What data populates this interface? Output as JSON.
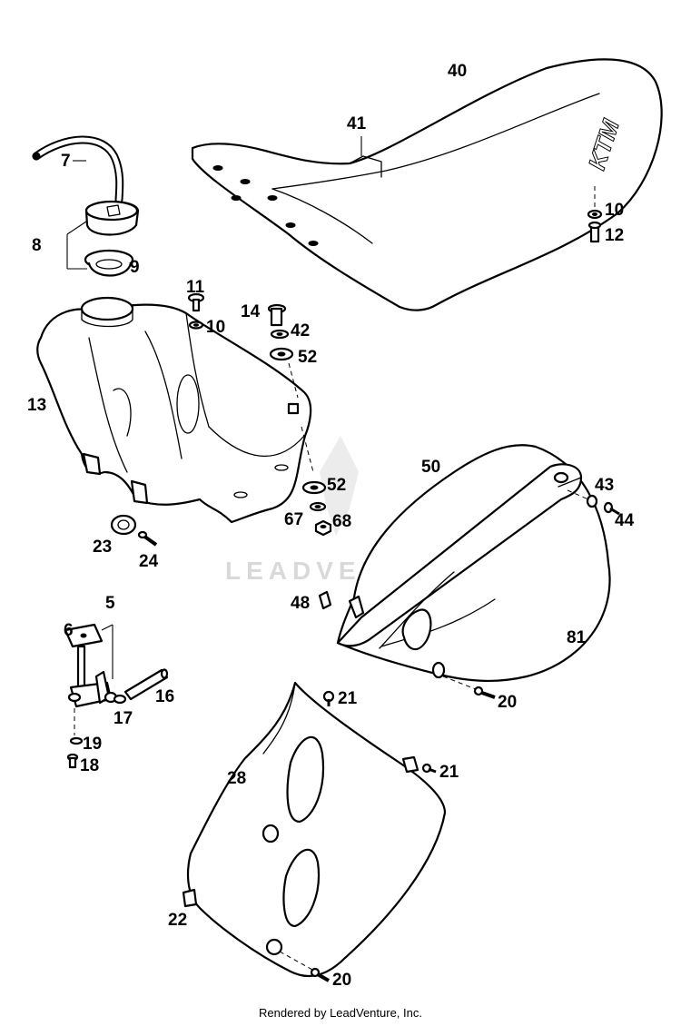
{
  "diagram": {
    "watermark": "LEADVENTURE",
    "seal_text": "KTM",
    "footer": "Rendered by LeadVenture, Inc.",
    "callouts": [
      {
        "id": "c40",
        "label": "40"
      },
      {
        "id": "c41",
        "label": "41"
      },
      {
        "id": "c10a",
        "label": "10"
      },
      {
        "id": "c12",
        "label": "12"
      },
      {
        "id": "c7",
        "label": "7"
      },
      {
        "id": "c8",
        "label": "8"
      },
      {
        "id": "c9",
        "label": "9"
      },
      {
        "id": "c11",
        "label": "11"
      },
      {
        "id": "c10b",
        "label": "10"
      },
      {
        "id": "c14",
        "label": "14"
      },
      {
        "id": "c42",
        "label": "42"
      },
      {
        "id": "c52a",
        "label": "52"
      },
      {
        "id": "c13",
        "label": "13"
      },
      {
        "id": "c52b",
        "label": "52"
      },
      {
        "id": "c67",
        "label": "67"
      },
      {
        "id": "c68",
        "label": "68"
      },
      {
        "id": "c50",
        "label": "50"
      },
      {
        "id": "c43",
        "label": "43"
      },
      {
        "id": "c44",
        "label": "44"
      },
      {
        "id": "c23",
        "label": "23"
      },
      {
        "id": "c24",
        "label": "24"
      },
      {
        "id": "c5",
        "label": "5"
      },
      {
        "id": "c6",
        "label": "6"
      },
      {
        "id": "c48",
        "label": "48"
      },
      {
        "id": "c81",
        "label": "81"
      },
      {
        "id": "c16",
        "label": "16"
      },
      {
        "id": "c17",
        "label": "17"
      },
      {
        "id": "c21a",
        "label": "21"
      },
      {
        "id": "c20a",
        "label": "20"
      },
      {
        "id": "c19",
        "label": "19"
      },
      {
        "id": "c18",
        "label": "18"
      },
      {
        "id": "c28",
        "label": "28"
      },
      {
        "id": "c21b",
        "label": "21"
      },
      {
        "id": "c22",
        "label": "22"
      },
      {
        "id": "c20b",
        "label": "20"
      }
    ]
  }
}
